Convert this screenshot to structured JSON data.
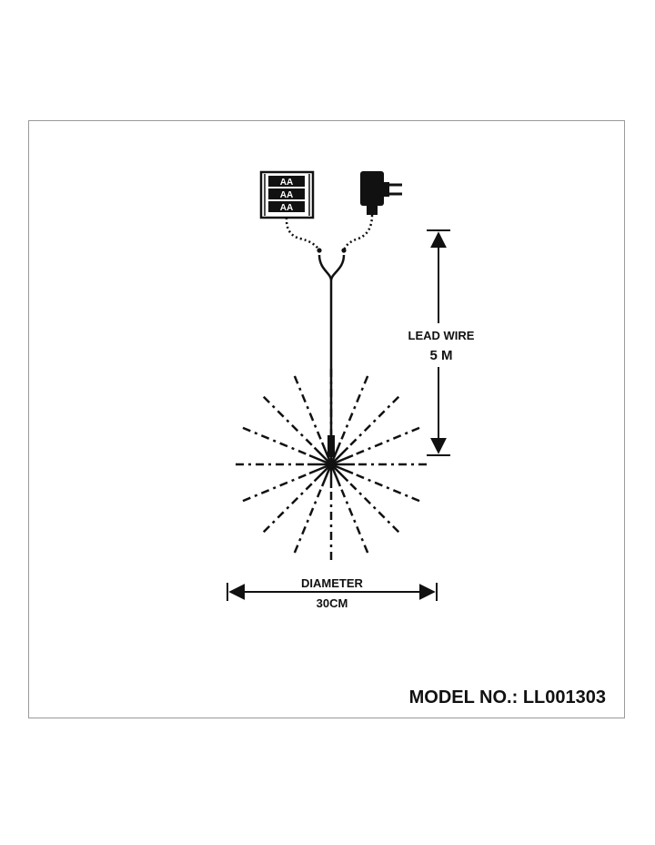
{
  "battery": {
    "cells": [
      "AA",
      "AA",
      "AA"
    ]
  },
  "lead_wire": {
    "label": "LEAD WIRE",
    "value": "5 M"
  },
  "diameter": {
    "label": "DIAMETER",
    "value": "30CM"
  },
  "model": {
    "label": "MODEL NO.: LL001303"
  },
  "colors": {
    "ink": "#111111",
    "border": "#9a9a9a",
    "background": "#ffffff"
  },
  "icons": [
    "battery-pack-icon",
    "power-adapter-icon",
    "starburst-light-icon",
    "dimension-arrow-icon"
  ]
}
